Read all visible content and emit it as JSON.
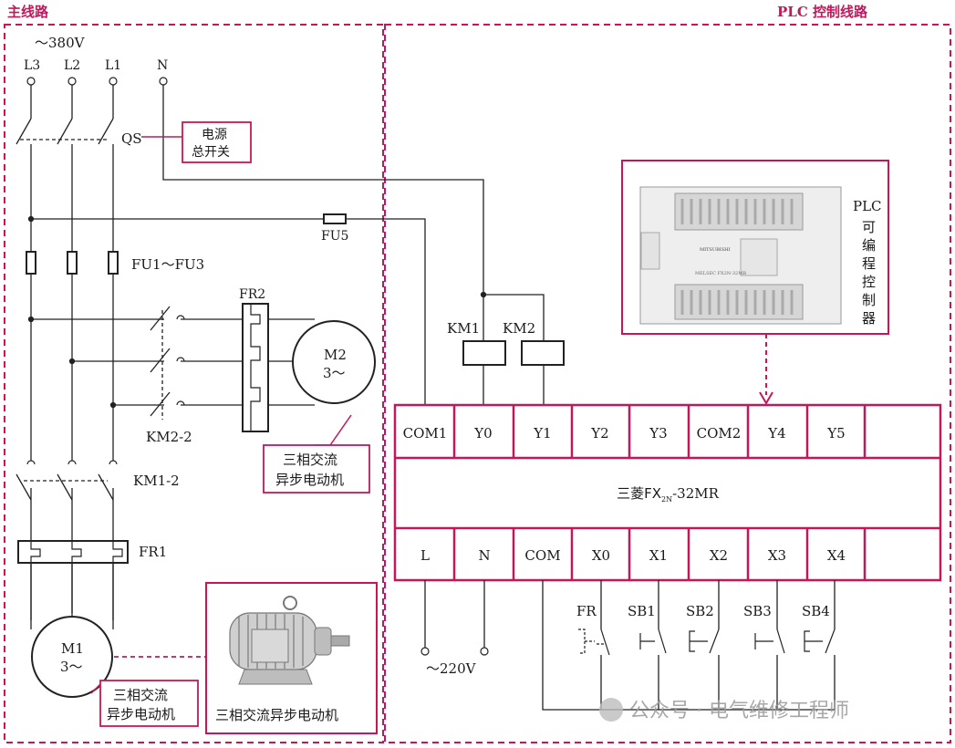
{
  "sections": {
    "main_title": "主线路",
    "plc_title": "PLC 控制线路"
  },
  "supply": {
    "voltage": "～380V",
    "phases": [
      "L3",
      "L2",
      "L1",
      "N"
    ]
  },
  "main_circuit": {
    "qs": "QS",
    "qs_callout": [
      "电源",
      "总开关"
    ],
    "fuses": "FU1～FU3",
    "fu5": "FU5",
    "km2_contact": "KM2-2",
    "km1_contact": "KM1-2",
    "fr1": "FR1",
    "fr2": "FR2",
    "motor1": [
      "M1",
      "3～"
    ],
    "motor2": [
      "M2",
      "3～"
    ],
    "motor1_callout": [
      "三相交流",
      "异步电动机"
    ],
    "motor2_callout": [
      "三相交流",
      "异步电动机"
    ],
    "motor_photo_caption": "三相交流异步电动机"
  },
  "plc": {
    "label_chars": [
      "PLC",
      "可",
      "编",
      "程",
      "控",
      "制",
      "器"
    ],
    "photo_brand": "MITSUBISHI",
    "photo_model": "MELSEC FX2N-32MR",
    "model_prefix": "三菱FX",
    "model_sub": "2N",
    "model_suffix": "-32MR",
    "output_terminals": [
      "COM1",
      "Y0",
      "Y1",
      "Y2",
      "Y3",
      "COM2",
      "Y4",
      "Y5",
      ""
    ],
    "input_terminals": [
      "L",
      "N",
      "COM",
      "X0",
      "X1",
      "X2",
      "X3",
      "X4",
      ""
    ],
    "coils": [
      "KM1",
      "KM2"
    ],
    "supply_220": "～220V",
    "input_devices": [
      "FR",
      "SB1",
      "SB2",
      "SB3",
      "SB4"
    ]
  },
  "watermark": "公众号 · 电气维修工程师"
}
